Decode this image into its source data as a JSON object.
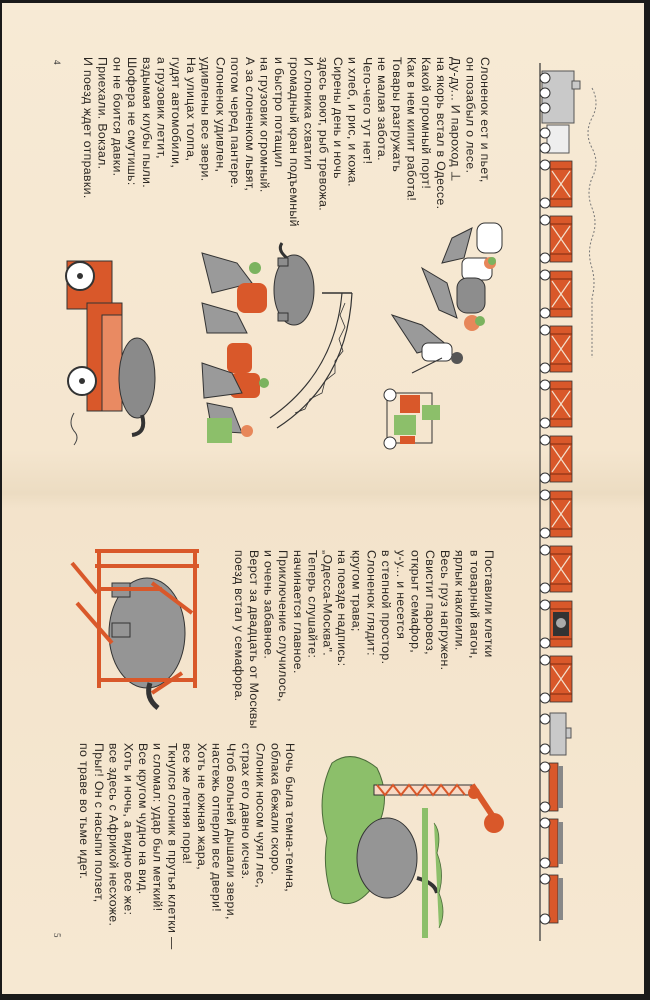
{
  "colors": {
    "paper": "#f6e8d2",
    "orange": "#d9582a",
    "green": "#8cbf6a",
    "grey": "#8d8d8d",
    "ink": "#2b2722"
  },
  "page_left": {
    "page_number": "4",
    "stanza": [
      "Слоненок ест и пьет,",
      "он позабыл о лесе.",
      "Ду-ду... И пароход ⊥",
      "на якорь встал в Одессе.",
      "Какой огромный порт!",
      "Как в нем кипит работа!",
      "Товары разгружать",
      "не малая забота.",
      "Чего-чего тут нет!",
      "и хлеб, и рис, и кожа.",
      "Сирены день и ночь",
      "здесь воют, рыб тревожа.",
      "И слоника схватил",
      "громадный кран подъемный",
      "и быстро потащил",
      "на грузовик огромный.",
      "А за слоненком львят,",
      "потом черед пантере.",
      "Слоненок удивлен,",
      "удивлены все звери.",
      "На улицах толпа,",
      "гудят автомобили,",
      "а грузовик летит,",
      "вздымая клубы пыли.",
      "Шофера не смутишь:",
      "он не боится давки.",
      "Приехали. Вокзал.",
      "И поезд ждет отправки."
    ]
  },
  "page_right": {
    "page_number": "5",
    "stanza_1": [
      "Поставили клетки",
      "в товарный вагон,",
      "ярлык наклеили.",
      "Весь груз нагружен.",
      "Свистит паровоз,",
      "открыт семафор,",
      "у-у... и несется",
      "в степной простор.",
      "Слоненок глядит:",
      "кругом трава;",
      "на поезде надпись:",
      "„Одесса-Москва\".",
      "Теперь слушайте:",
      "начинается главное.",
      "Приключение случилось,",
      "и очень забавное.",
      "Верст за двадцать от Москвы",
      "поезд встал у семафора."
    ],
    "stanza_2": [
      "Ночь была темна-темна,",
      "облака бежали скоро.",
      "Слоник носом чуял лес,",
      "страх его давно исчез.",
      "Чтоб вольней дышали звери,",
      "настежь отперли все двери!",
      "Хоть не южная жара,",
      "все же летняя пора!",
      "Ткнулся слоник в прутья клетки —",
      "и сломал: удар был меткий!",
      "Все кругом чудно на вид.",
      "Хоть и ночь, а видно все же:",
      "все здесь с Африкой несхоже.",
      "Прыг! Он с насыпи ползет,",
      "по траве во тьме идет."
    ]
  }
}
